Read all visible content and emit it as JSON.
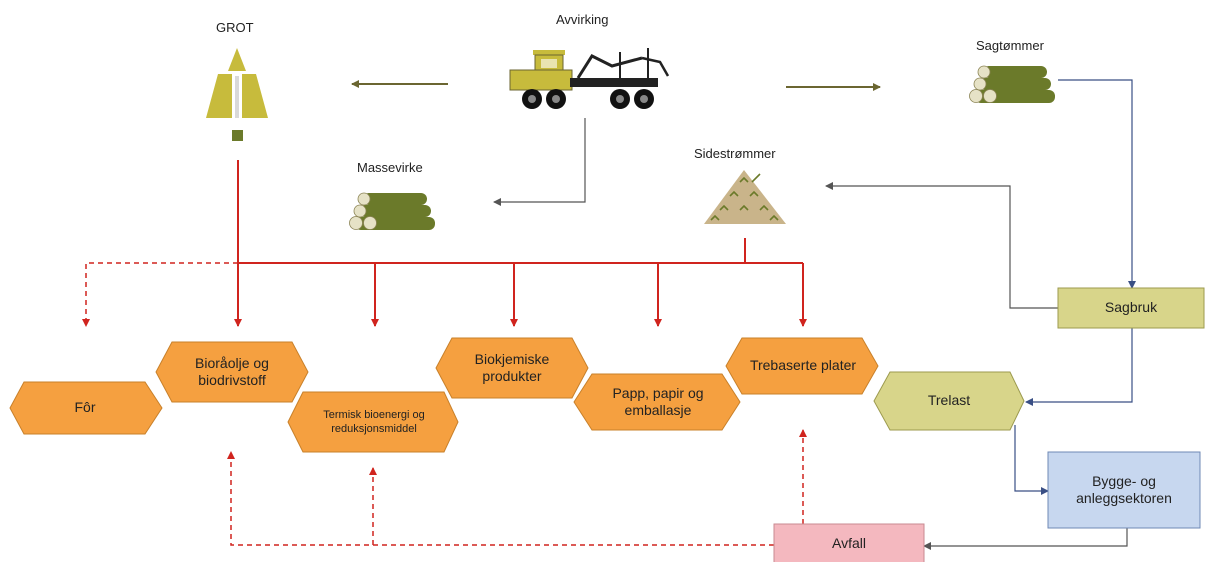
{
  "sources": {
    "grot": "GROT",
    "avvirking": "Avvirking",
    "sagtommer": "Sagtømmer",
    "massevirke": "Massevirke",
    "sidestrommer": "Sidestrømmer"
  },
  "products": {
    "for": "Fôr",
    "bioraolje": "Bioråolje og biodrivstoff",
    "termisk": "Termisk bioenergi og reduksjonsmiddel",
    "biokjemiske": "Biokjemiske produkter",
    "papp": "Papp, papir og emballasje",
    "trebaserte": "Trebaserte plater",
    "trelast": "Trelast"
  },
  "boxes": {
    "sagbruk": "Sagbruk",
    "bygge": "Bygge- og anleggsektoren",
    "avfall": "Avfall"
  },
  "colors": {
    "product_fill": "#f5a040",
    "product_stroke": "#c8802a",
    "olive_fill": "#d8d58a",
    "olive_stroke": "#9c9a4e",
    "blue_fill": "#c7d7ef",
    "blue_stroke": "#6f89b5",
    "pink_fill": "#f4b8bf",
    "pink_stroke": "#c98a92",
    "red_arrow": "#d0241e",
    "navy_arrow": "#3a4f85",
    "olive_arrow": "#6b6631",
    "gray_arrow": "#555555",
    "log_green": "#6b7a2a",
    "log_end": "#e6e2c6",
    "grot_fill": "#c7bb3c"
  }
}
